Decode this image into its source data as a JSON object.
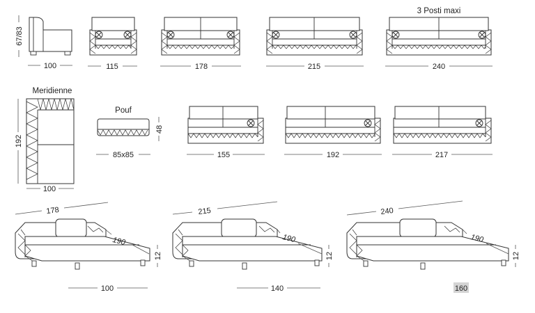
{
  "labels": {
    "height_range": "67/83",
    "maxi_title": "3 Posti maxi",
    "meridienne_title": "Meridienne",
    "pouf_title": "Pouf",
    "pouf_height": "48",
    "bed_depth_label": "190",
    "bed_leg_label": "12"
  },
  "dims_top_row": [
    "100",
    "115",
    "178",
    "215",
    "240"
  ],
  "meridienne": {
    "depth": "192",
    "width": "100"
  },
  "pouf": {
    "size": "85x85"
  },
  "dims_middle_row": [
    "155",
    "192",
    "217"
  ],
  "sofa_beds": [
    {
      "sofa_width": "178",
      "mattress_width": "100"
    },
    {
      "sofa_width": "215",
      "mattress_width": "140"
    },
    {
      "sofa_width": "240",
      "mattress_width": "160"
    }
  ]
}
